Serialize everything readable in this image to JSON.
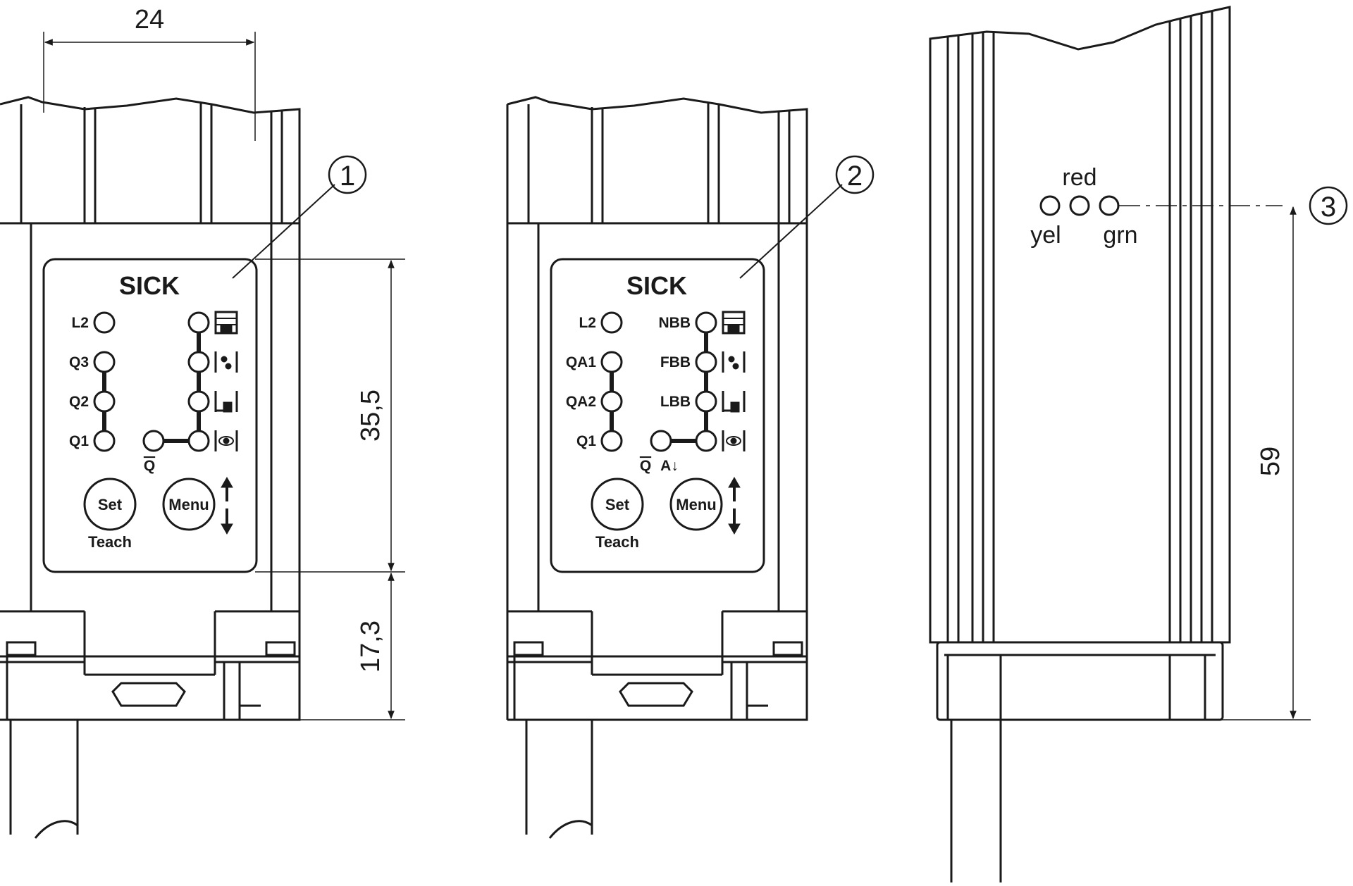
{
  "dimensions": {
    "width": "24",
    "panel_height": "35,5",
    "lower_height": "17,3",
    "total_height": "59"
  },
  "variant_1": {
    "callout": "1",
    "brand": "SICK",
    "left_leds": [
      "L2",
      "Q3",
      "Q2",
      "Q1"
    ],
    "right_leds": [
      "",
      "",
      "",
      ""
    ],
    "q_bar_label": "Q",
    "extra_label": "",
    "set_button": "Set",
    "teach_label": "Teach",
    "menu_button": "Menu"
  },
  "variant_2": {
    "callout": "2",
    "brand": "SICK",
    "left_leds": [
      "L2",
      "QA1",
      "QA2",
      "Q1"
    ],
    "right_leds": [
      "NBB",
      "FBB",
      "LBB",
      ""
    ],
    "q_bar_label": "Q",
    "extra_label": "A↓",
    "set_button": "Set",
    "teach_label": "Teach",
    "menu_button": "Menu"
  },
  "side_view": {
    "callout": "3",
    "led_labels": {
      "top": "red",
      "left": "yel",
      "right": "grn"
    }
  },
  "colors": {
    "line": "#1a1a1a",
    "background": "#ffffff"
  }
}
